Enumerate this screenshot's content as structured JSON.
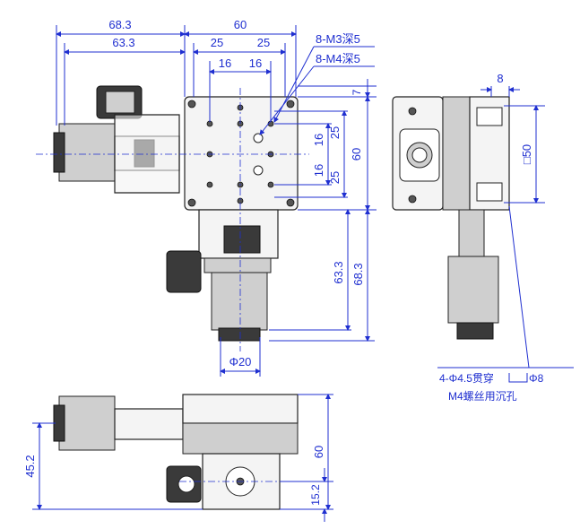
{
  "top_view": {
    "dim_motor_overall": "68.3",
    "dim_motor_body": "63.3",
    "dim_width": "60",
    "dim_half_left": "25",
    "dim_half_right": "25",
    "dim_inner_left": "16",
    "dim_inner_right": "16",
    "callout_m3": "8-M3深5",
    "callout_m4": "8-M4深5",
    "dim_top_offset": "7",
    "dim_v_25_top": "25",
    "dim_v_16_top": "16",
    "dim_v_16_bottom": "16",
    "dim_v_25_bottom": "25",
    "dim_height": "60",
    "dim_motor_down_body": "63.3",
    "dim_motor_down_overall": "68.3",
    "dim_diameter": "Φ20"
  },
  "side_view": {
    "dim_offset": "8",
    "dim_square": "□50",
    "note_line1": "4-Φ4.5贯穿",
    "note_line1_suffix": "Φ8",
    "note_line2": "M4螺丝用沉孔"
  },
  "front_view": {
    "dim_height": "60",
    "dim_left_height": "45.2",
    "dim_bottom_offset": "15.2"
  },
  "colors": {
    "dimension": "#1f2fd0",
    "outline": "#222222"
  }
}
